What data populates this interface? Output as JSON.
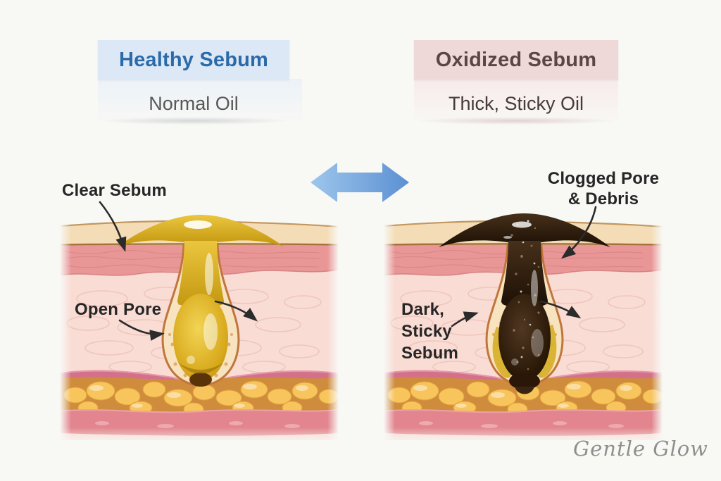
{
  "healthy": {
    "title": "Healthy Sebum",
    "subtitle": "Normal Oil",
    "label_surface": "Clear Sebum",
    "label_pore": "Open Pore"
  },
  "oxidized": {
    "title": "Oxidized Sebum",
    "subtitle": "Thick, Sticky Oil",
    "label_surface_line1": "Clogged Pore",
    "label_surface_line2": "& Debris",
    "label_pore_line1": "Dark,",
    "label_pore_line2": "Sticky",
    "label_pore_line3": "Sebum"
  },
  "watermark": {
    "text": "Gentle Glow"
  },
  "icons": {
    "comparison_arrow": "double-headed-arrow"
  },
  "colors": {
    "healthy_title_text": "#2b6ba9",
    "healthy_title_bg": "#dce8f5",
    "oxidized_title_text": "#5a4644",
    "oxidized_title_bg": "#eed9d8",
    "arrow_gradient_start": "#9ec6ec",
    "arrow_gradient_end": "#5b90d2",
    "healthy_sebum_gold": "#d9a81f",
    "oxidized_sebum_dark": "#2b1a0c",
    "skin_epidermis": "#f4ddb6",
    "skin_rose_band": "#e99696",
    "skin_dermis": "#f9dcd4",
    "skin_divider": "#d4718a",
    "skin_fat_bg": "#cf8c3c",
    "skin_fat_globule": "#f8c45c",
    "skin_bottom_band": "#e2858e",
    "label_text": "#262626"
  }
}
